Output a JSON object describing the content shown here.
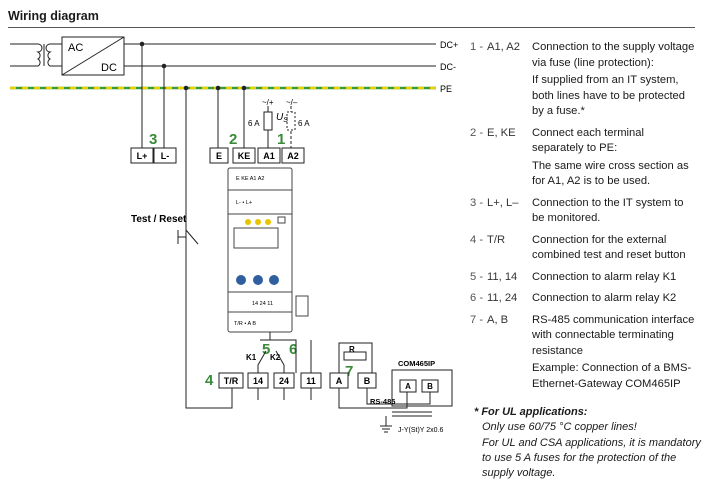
{
  "heading": "Wiring diagram",
  "diagram": {
    "transformer": {
      "ac": "AC",
      "dc": "DC"
    },
    "bus_labels": {
      "dc_plus": "DC+",
      "dc_minus": "DC-",
      "pe": "PE"
    },
    "supply": {
      "plus_label": "~/+",
      "minus_label": "~/–",
      "us": "U",
      "us_sub": "S",
      "fuse_left": "6 A",
      "fuse_right": "6 A"
    },
    "terminals_top": [
      "L+",
      "L-",
      "E",
      "KE",
      "A1",
      "A2"
    ],
    "group_numbers": {
      "g1": "1",
      "g2": "2",
      "g3": "3",
      "g4": "4",
      "g5": "5",
      "g6": "6",
      "g7": "7"
    },
    "test_reset": "Test / Reset",
    "device": {
      "top_row": "E  KE  A1  A2",
      "second_row": "L-  •  L+",
      "mid_row": "14  24  11",
      "bottom_row": "T/R  •  A  B"
    },
    "relays": {
      "k1": "K1",
      "k2": "K2"
    },
    "terminals_bottom": [
      "T/R",
      "14",
      "24",
      "11",
      "A",
      "B"
    ],
    "resistor": "R",
    "gateway": {
      "name": "COM465IP",
      "a": "A",
      "b": "B"
    },
    "bus": "RS-485",
    "cable": "J-Y(St)Y 2x0.6"
  },
  "legend": [
    {
      "num": "1 -",
      "code": "A1, A2",
      "desc": "Connection to the supply voltage via fuse (line protection):",
      "extra": "If supplied from an IT system, both lines have to be protected by a fuse.*"
    },
    {
      "num": "2 -",
      "code": "E, KE",
      "desc": "Connect each terminal separately to PE:",
      "extra": "The same wire cross section as for A1, A2 is to be used."
    },
    {
      "num": "3 -",
      "code": "L+, L–",
      "desc": "Connection to the IT system to be monitored.",
      "extra": ""
    },
    {
      "num": "4 -",
      "code": "T/R",
      "desc": "Connection for the external combined test and reset button",
      "extra": ""
    },
    {
      "num": "5 -",
      "code": "11, 14",
      "desc": "Connection to alarm relay K1",
      "extra": ""
    },
    {
      "num": "6 -",
      "code": "11, 24",
      "desc": "Connection to alarm relay K2",
      "extra": ""
    },
    {
      "num": "7 -",
      "code": "A, B",
      "desc": "RS-485 communication interface with connectable terminating resistance",
      "extra": "Example: Connection of a BMS-Ethernet-Gateway COM465IP"
    }
  ],
  "ul_note": {
    "title": "* For UL applications:",
    "line1": "Only use 60/75 °C copper lines!",
    "line2": "For UL and CSA applications, it is mandatory to use 5 A fuses for the protection of the supply voltage."
  },
  "colors": {
    "green": "#3a8a3a",
    "pe_yellow": "#e6d200",
    "pe_green": "#3a9a3a",
    "knob_blue": "#2f5f9e",
    "led_yellow": "#e8c400"
  }
}
